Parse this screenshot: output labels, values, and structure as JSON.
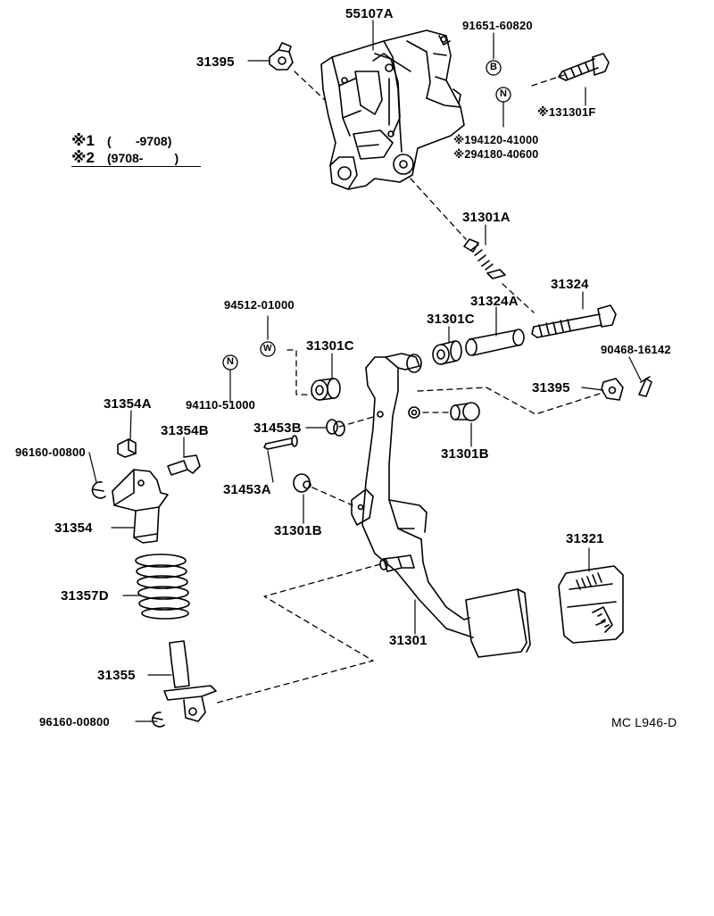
{
  "parts": {
    "p55107A": "55107A",
    "p91651": "91651-60820",
    "p31395_top": "31395",
    "p131301F": "※131301F",
    "p94120": "※194120-41000",
    "p94180": "※294180-40600",
    "p31301A": "31301A",
    "p31324": "31324",
    "p31324A": "31324A",
    "p94512": "94512-01000",
    "p31301C_a": "31301C",
    "p31301C_b": "31301C",
    "p90468": "90468-16142",
    "p31395_bot": "31395",
    "p94110": "94110-51000",
    "p31354A": "31354A",
    "p31453B": "31453B",
    "p31301B_r": "31301B",
    "p96160_a": "96160-00800",
    "p31354B": "31354B",
    "p31453A": "31453A",
    "p31301B_l": "31301B",
    "p31354": "31354",
    "p31321": "31321",
    "p31357D": "31357D",
    "p31301": "31301",
    "p31355": "31355",
    "p96160_b": "96160-00800",
    "diagram_code": "MC L946-D"
  },
  "legend": {
    "row1_mark": "※1",
    "row1_range": "(       -9708)",
    "row2_mark": "※2",
    "row2_range": "(9708-         )"
  },
  "symbols": {
    "bolt_code": "B",
    "nut_code_top": "N",
    "washer_code": "W",
    "nut_code_mid": "N"
  }
}
